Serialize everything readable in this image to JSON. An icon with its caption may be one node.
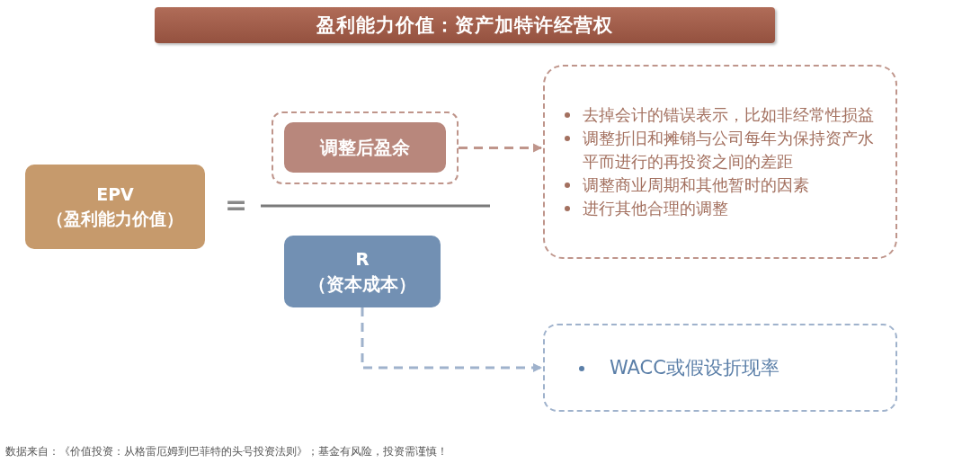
{
  "diagram": {
    "title": "盈利能力价值：资产加特许经营权",
    "nodes": [
      {
        "text": [
          "EPV （盈利能力价值）"
        ]
      },
      {
        "text": [],
        "shape": "box"
      },
      {
        "text": [
          "调整后盈余"
        ],
        "in": 1
      },
      {
        "text": [
          "R （资本成本）"
        ]
      },
      {
        "text": [
          "去掉会计的错误表示，比如非经常性损益",
          "调整折旧和摊销与公司每年为保持资产水平而进行的再投资之间的差距",
          "调整商业周期和其他暂时的因素",
          "进行其他合理的调整"
        ]
      },
      {
        "text": [
          "WACC或假设折现率"
        ]
      }
    ],
    "edges": [
      {
        "from": 1,
        "to": 4,
        "arrow": "to",
        "style": "dashed",
        "color": "#bf958b"
      },
      {
        "from": 3,
        "to": 5,
        "arrow": "to",
        "style": "dashed",
        "color": "#9fb2cc"
      }
    ],
    "labels": [
      "=",
      "数据来自：《价值投资：从格雷厄姆到巴菲特的头号投资法则》；基金有风险，投资需谨慎！"
    ]
  }
}
